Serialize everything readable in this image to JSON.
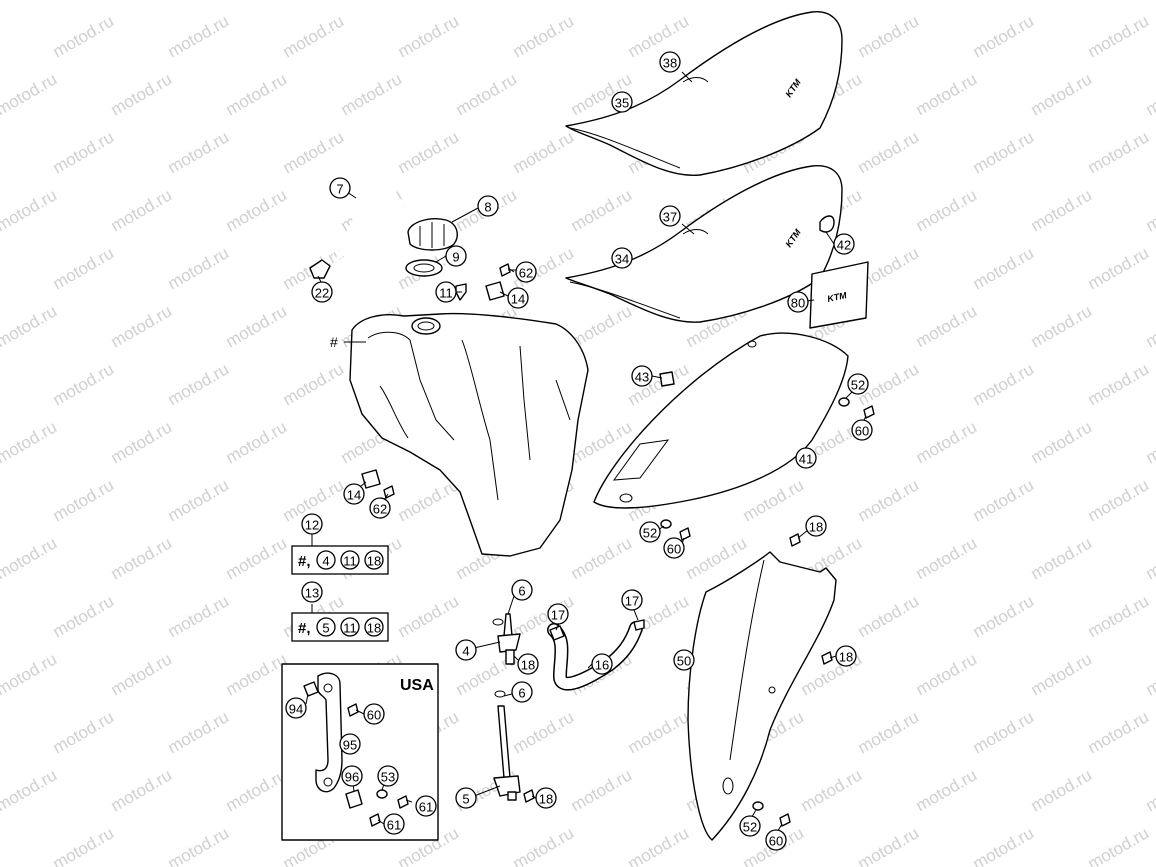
{
  "watermark": "motod.ru",
  "brand_logo": "KTM",
  "usa_title": "USA",
  "kit_labels": [
    {
      "ref": "12",
      "text": "#, 4 11 18"
    },
    {
      "ref": "13",
      "text": "#, 5 11 18"
    }
  ],
  "callouts": {
    "c38": "38",
    "c35": "35",
    "c37": "37",
    "c34": "34",
    "c42": "42",
    "c80": "80",
    "c7": "7",
    "c8": "8",
    "c9": "9",
    "c22": "22",
    "c62a": "62",
    "c11": "11",
    "c14a": "14",
    "c43": "43",
    "c52a": "52",
    "c60a": "60",
    "c41": "41",
    "c14b": "14",
    "c62b": "62",
    "c12": "12",
    "c13": "13",
    "c52b": "52",
    "c60b": "60",
    "c18a": "18",
    "c6a": "6",
    "c4": "4",
    "c18b": "18",
    "c17a": "17",
    "c17b": "17",
    "c16": "16",
    "c50": "50",
    "c18c": "18",
    "c6b": "6",
    "c5": "5",
    "c18d": "18",
    "c52c": "52",
    "c60c": "60",
    "c94": "94",
    "c60d": "60",
    "c95": "95",
    "c96": "96",
    "c53": "53",
    "c61a": "61",
    "c61b": "61",
    "k4": "4",
    "k11a": "11",
    "k18a": "18",
    "k5": "5",
    "k11b": "11",
    "k18b": "18"
  },
  "hash_label": "#"
}
